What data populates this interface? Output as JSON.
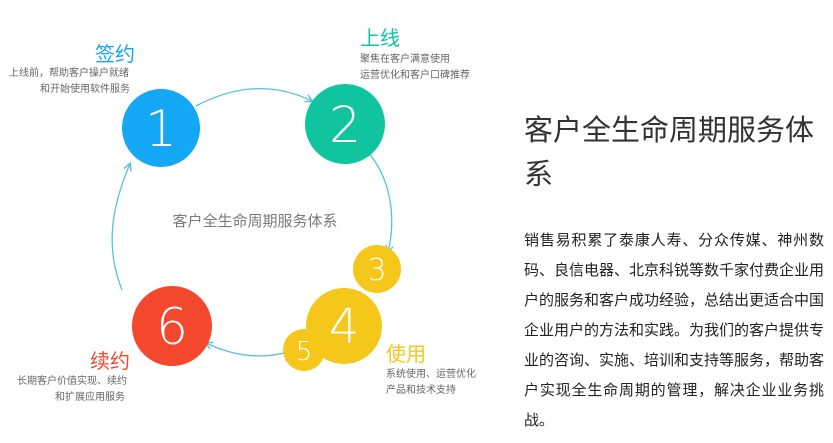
{
  "diagram": {
    "center_label": "客户全生命周期服务体系",
    "colors": {
      "ring": "#5bbfe3",
      "signing": "#13a7f5",
      "launch": "#10c4a0",
      "use": "#f6c71b",
      "renew": "#f3482d"
    },
    "nodes": {
      "n1": "1",
      "n2": "2",
      "n3": "3",
      "n4": "4",
      "n5": "5",
      "n6": "6"
    },
    "stages": {
      "signing": {
        "title": "签约",
        "desc": [
          "上线前，帮助客户操户就绪",
          "和开始使用软件服务"
        ]
      },
      "launch": {
        "title": "上线",
        "desc": [
          "聚焦在客户满意使用",
          "运营优化和客户口碑推荐"
        ]
      },
      "use": {
        "title": "使用",
        "desc": [
          "系统使用、运营优化",
          "产品和技术支持"
        ]
      },
      "renew": {
        "title": "续约",
        "desc": [
          "长期客户价值实现、续约",
          "和扩展应用服务"
        ]
      }
    }
  },
  "panel": {
    "title": "客户全生命周期服务体系",
    "body": "销售易积累了泰康人寿、分众传媒、神州数码、良信电器、北京科锐等数千家付费企业用户的服务和客户成功经验，总结出更适合中国企业用户的方法和实践。为我们的客户提供专业的咨询、实施、培训和支持等服务，帮助客户实现全生命周期的管理，解决企业业务挑战。"
  }
}
